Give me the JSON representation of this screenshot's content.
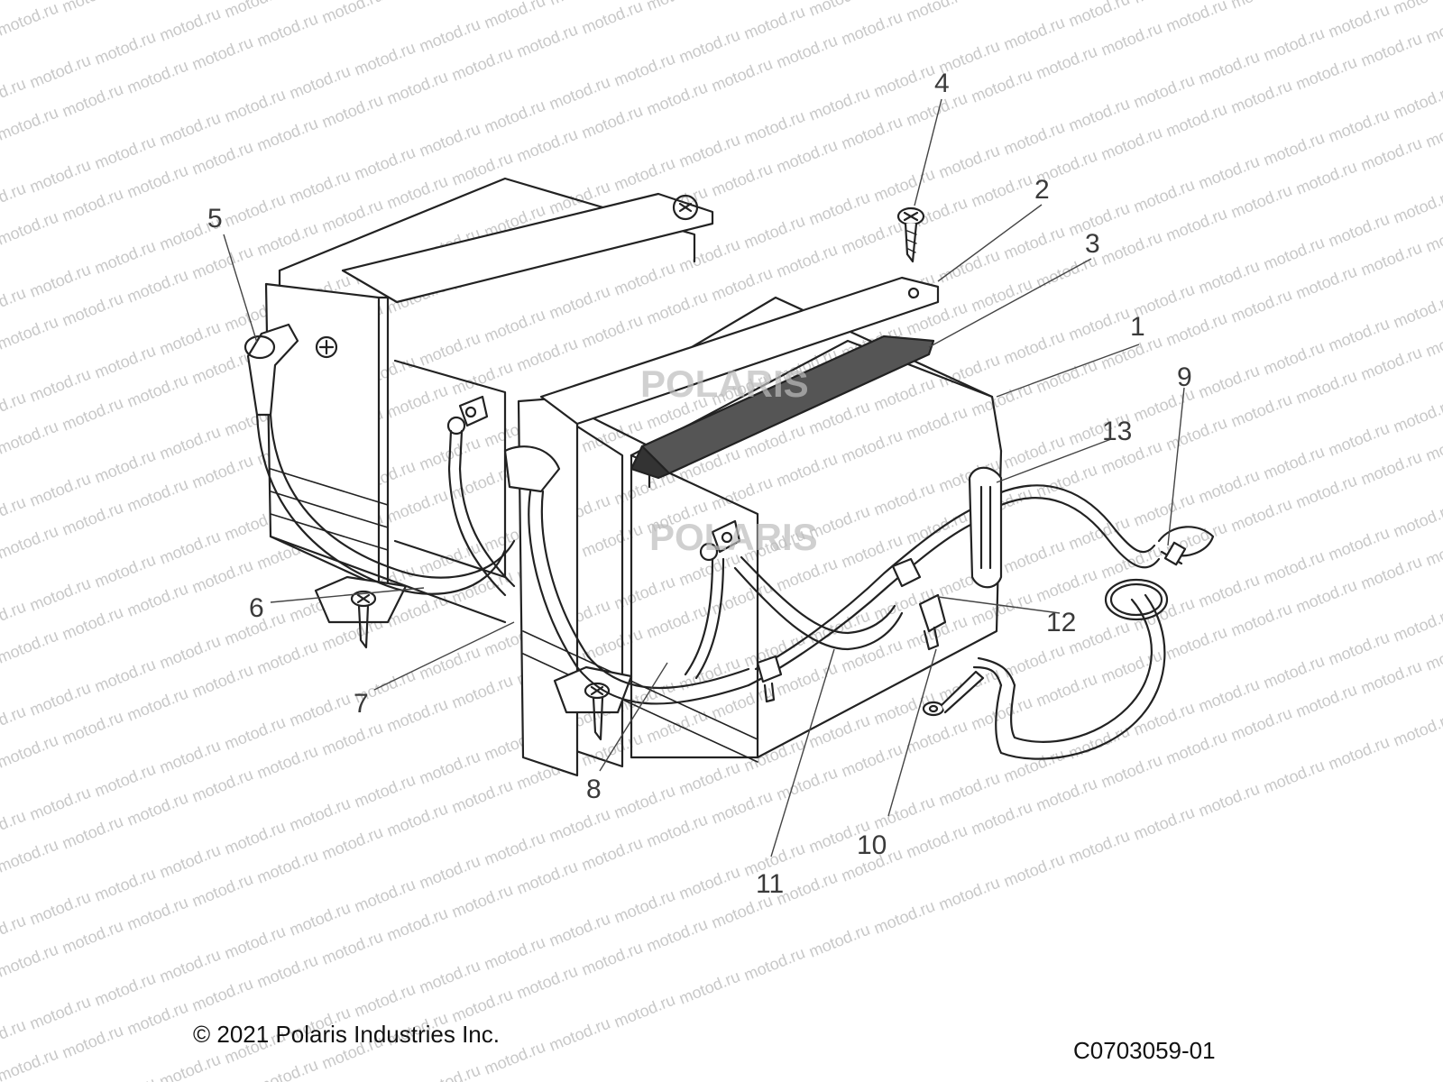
{
  "watermark": {
    "text": "motod.ru",
    "color": "#c8c8c8"
  },
  "brand_watermark": {
    "text": "POLARIS",
    "color": "#bdbdbd"
  },
  "callouts": [
    {
      "number": "1",
      "part": "battery"
    },
    {
      "number": "2",
      "part": "hold-down-strap"
    },
    {
      "number": "3",
      "part": "strap-pad"
    },
    {
      "number": "4",
      "part": "screw"
    },
    {
      "number": "5",
      "part": "terminal-boot"
    },
    {
      "number": "6",
      "part": "cable"
    },
    {
      "number": "7",
      "part": "battery-box"
    },
    {
      "number": "8",
      "part": "cable"
    },
    {
      "number": "9",
      "part": "fuse-holder"
    },
    {
      "number": "10",
      "part": "bolt"
    },
    {
      "number": "11",
      "part": "cable"
    },
    {
      "number": "12",
      "part": "nut"
    },
    {
      "number": "13",
      "part": "cable"
    }
  ],
  "footer": {
    "copyright": "© 2021 Polaris Industries Inc.",
    "drawing_code": "C0703059-01"
  },
  "colors": {
    "line": "#222222",
    "pad": "#555555",
    "leader": "#444444"
  }
}
